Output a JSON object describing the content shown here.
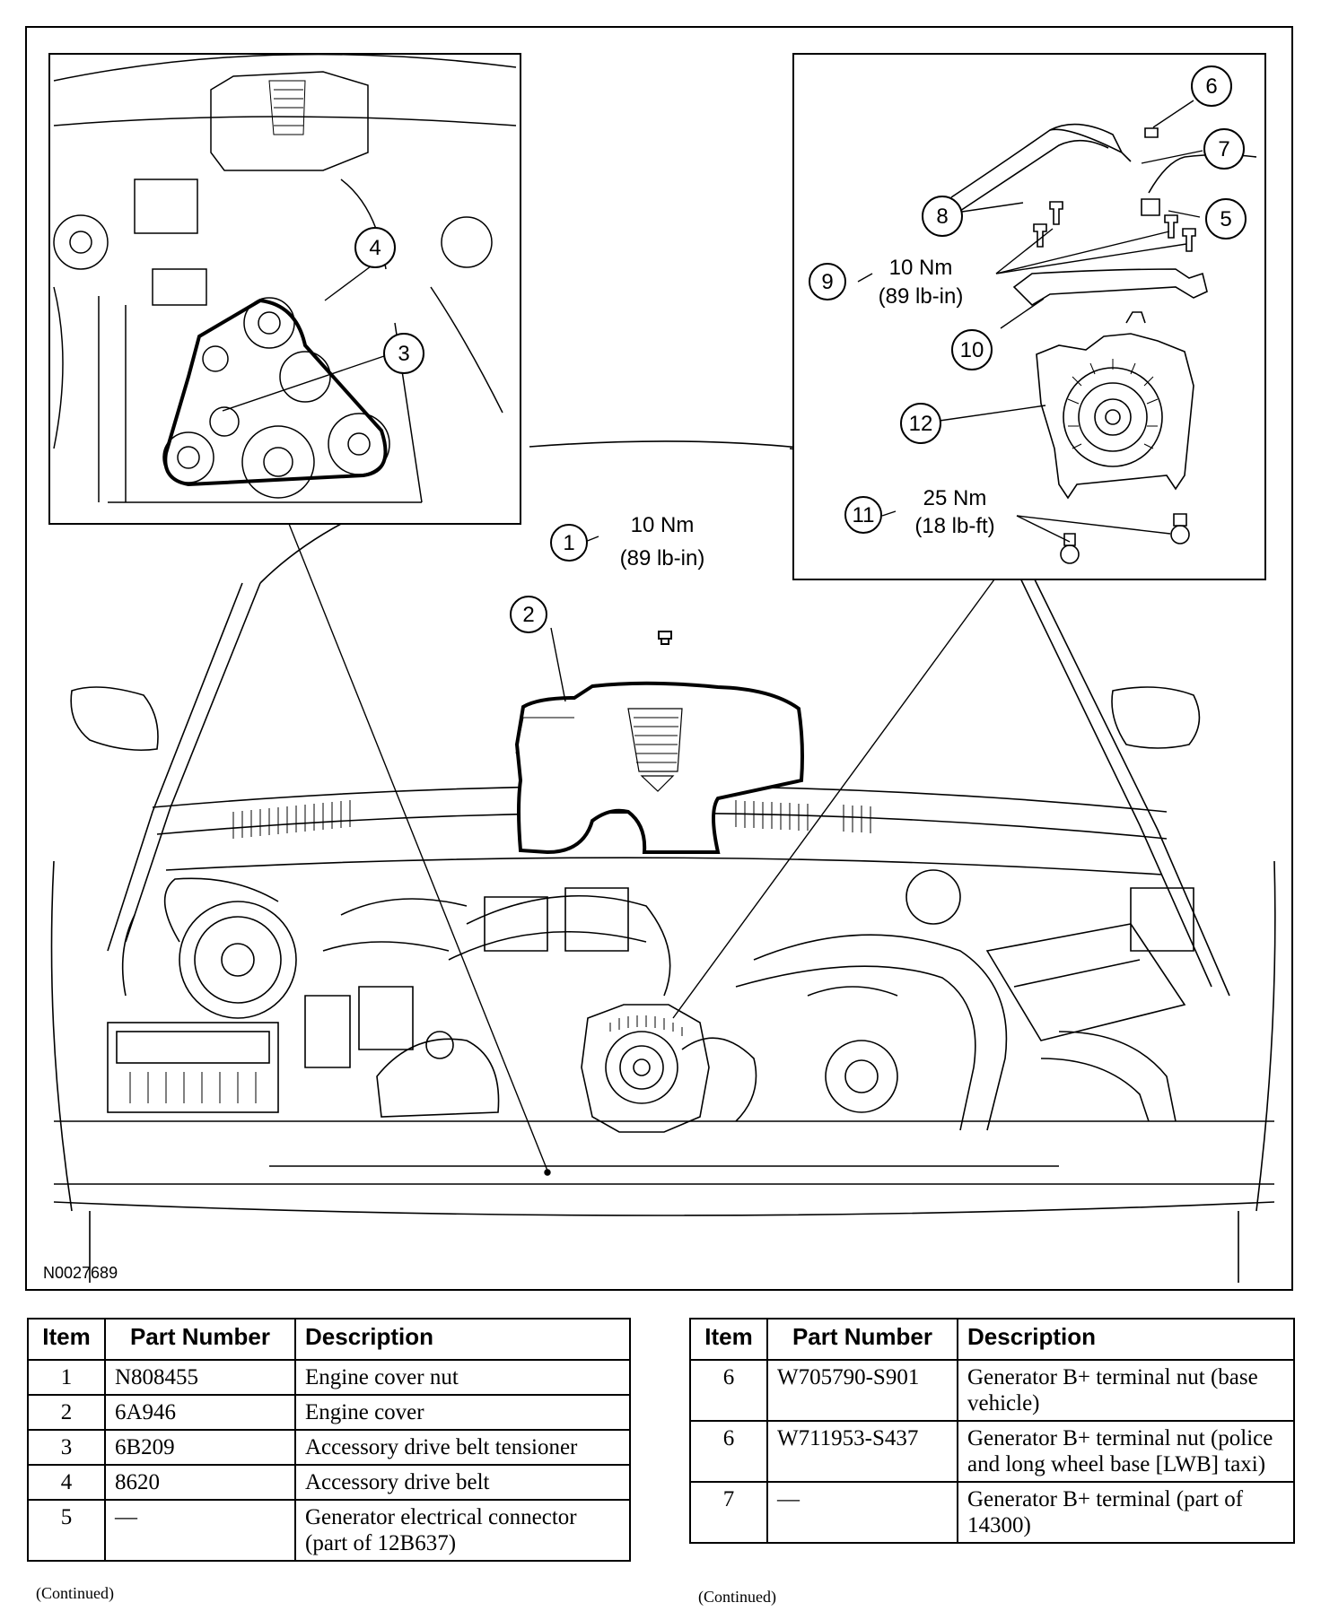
{
  "figure": {
    "figure_id": "N0027689",
    "callouts": [
      {
        "id": "c1",
        "number": "1"
      },
      {
        "id": "c2",
        "number": "2"
      },
      {
        "id": "c3",
        "number": "3"
      },
      {
        "id": "c4",
        "number": "4"
      },
      {
        "id": "c5",
        "number": "5"
      },
      {
        "id": "c6",
        "number": "6"
      },
      {
        "id": "c7",
        "number": "7"
      },
      {
        "id": "c8",
        "number": "8"
      },
      {
        "id": "c9",
        "number": "9"
      },
      {
        "id": "c10",
        "number": "10"
      },
      {
        "id": "c11",
        "number": "11"
      },
      {
        "id": "c12",
        "number": "12"
      }
    ],
    "torque_specs": [
      {
        "item": "1",
        "nm": "10 Nm",
        "imperial": "(89 lb-in)"
      },
      {
        "item": "9",
        "nm": "10 Nm",
        "imperial": "(89 lb-in)"
      },
      {
        "item": "11",
        "nm": "25 Nm",
        "imperial": "(18 lb-ft)"
      }
    ]
  },
  "table_left": {
    "headers": {
      "item": "Item",
      "part_number": "Part Number",
      "description": "Description"
    },
    "rows": [
      {
        "item": "1",
        "part_number": "N808455",
        "description": "Engine cover nut"
      },
      {
        "item": "2",
        "part_number": "6A946",
        "description": "Engine cover"
      },
      {
        "item": "3",
        "part_number": "6B209",
        "description": "Accessory drive belt tensioner"
      },
      {
        "item": "4",
        "part_number": "8620",
        "description": "Accessory drive belt"
      },
      {
        "item": "5",
        "part_number": "—",
        "description": "Generator electrical connector (part of 12B637)"
      }
    ],
    "continued": "(Continued)"
  },
  "table_right": {
    "headers": {
      "item": "Item",
      "part_number": "Part Number",
      "description": "Description"
    },
    "rows": [
      {
        "item": "6",
        "part_number": "W705790-S901",
        "description": "Generator B+ terminal nut (base vehicle)"
      },
      {
        "item": "6",
        "part_number": "W711953-S437",
        "description": "Generator B+ terminal nut (police and long wheel base [LWB] taxi)"
      },
      {
        "item": "7",
        "part_number": "—",
        "description": "Generator B+ terminal (part of 14300)"
      }
    ],
    "continued": "(Continued)"
  }
}
